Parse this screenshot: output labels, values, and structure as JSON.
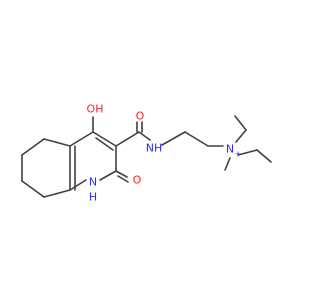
{
  "molecule": {
    "atoms": {
      "hydroxyl": "OH",
      "amide_oxygen": "O",
      "amide_nh": "NH",
      "lactam_oxygen": "O",
      "ring_nh": "N",
      "ring_h": "H",
      "ammonium_n": "N",
      "charge": "+"
    }
  },
  "colors": {
    "bond": "#404040",
    "oxygen": "#ff2020",
    "nitrogen": "#2a2aff",
    "background": "#ffffff"
  }
}
